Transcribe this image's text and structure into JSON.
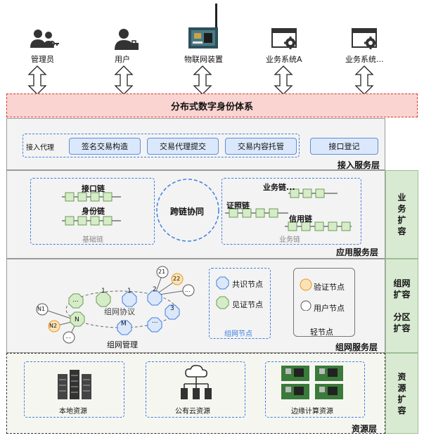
{
  "actors": [
    {
      "label": "管理员",
      "icon": "admin-user-key-icon"
    },
    {
      "label": "用户",
      "icon": "user-briefcase-icon"
    },
    {
      "label": "物联网装置",
      "icon": "iot-device-board-icon"
    },
    {
      "label": "业务系统A",
      "icon": "app-window-gear-icon"
    },
    {
      "label": "业务系统...",
      "icon": "app-window-gear-icon"
    }
  ],
  "identity_system": "分布式数字身份体系",
  "access_layer": {
    "title": "接入服务层",
    "proxy_label": "接入代理",
    "buttons": [
      "签名交易构造",
      "交易代理提交",
      "交易内容托管"
    ],
    "register": "接口登记"
  },
  "app_layer": {
    "title": "应用服务层",
    "base_chain_caption": "基础链",
    "interface_chain": "接口链",
    "identity_chain": "身份链",
    "cross_chain": "跨链协同",
    "business_chain": "业务链...",
    "cert_chain": "证照链",
    "credit_chain": "信用链",
    "biz_chain_caption": "业务链"
  },
  "net_layer": {
    "title": "组网服务层",
    "protocol": "组网协议",
    "management": "组网管理",
    "nodes": [
      "1",
      "1",
      "2",
      "3",
      "M",
      "N",
      "...",
      "..."
    ],
    "leaf_nodes": [
      "N1",
      "N2",
      "...",
      "21",
      "22",
      "..."
    ],
    "legend_consensus": "共识节点",
    "legend_witness": "见证节点",
    "legend_group_caption": "组网节点",
    "legend_verify": "验证节点",
    "legend_user": "用户节点",
    "light_caption": "轻节点"
  },
  "resource_layer": {
    "title": "资源层",
    "local": "本地资源",
    "cloud": "公有云资源",
    "edge": "边缘计算资源"
  },
  "side_labels": {
    "business": "业\n务\n扩\n容",
    "network": "组网\n扩容\n\n分区\n扩容",
    "resource": "资\n源\n扩\n容"
  },
  "colors": {
    "identity_fill": "#f9d4d1",
    "identity_border": "#d9342b",
    "node_blue": "#dbe8fb",
    "node_green": "#d6ecc8",
    "node_orange": "#fde2b5",
    "side_green": "#d9ead3",
    "dash_blue": "#3f7fe0"
  }
}
